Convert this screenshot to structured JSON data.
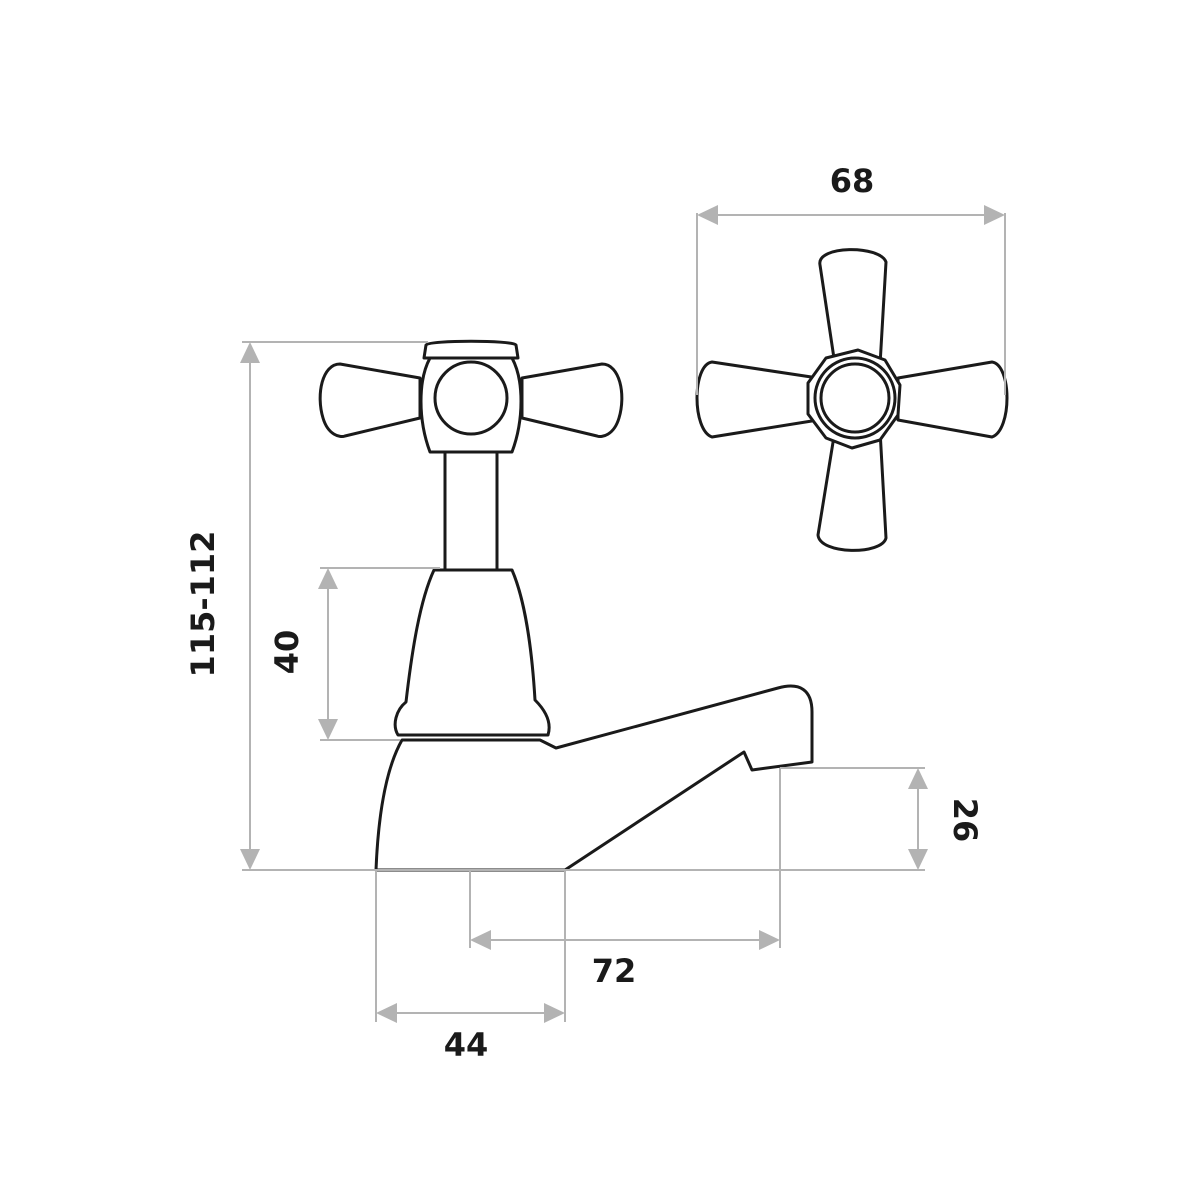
{
  "dimensions": {
    "handle_width": "68",
    "total_height": "115-112",
    "body_height": "40",
    "spout_height": "26",
    "spout_projection": "72",
    "base_diameter": "44"
  },
  "colors": {
    "outline": "#1a1a1a",
    "dimension_line": "#b3b3b3",
    "background": "#ffffff"
  }
}
